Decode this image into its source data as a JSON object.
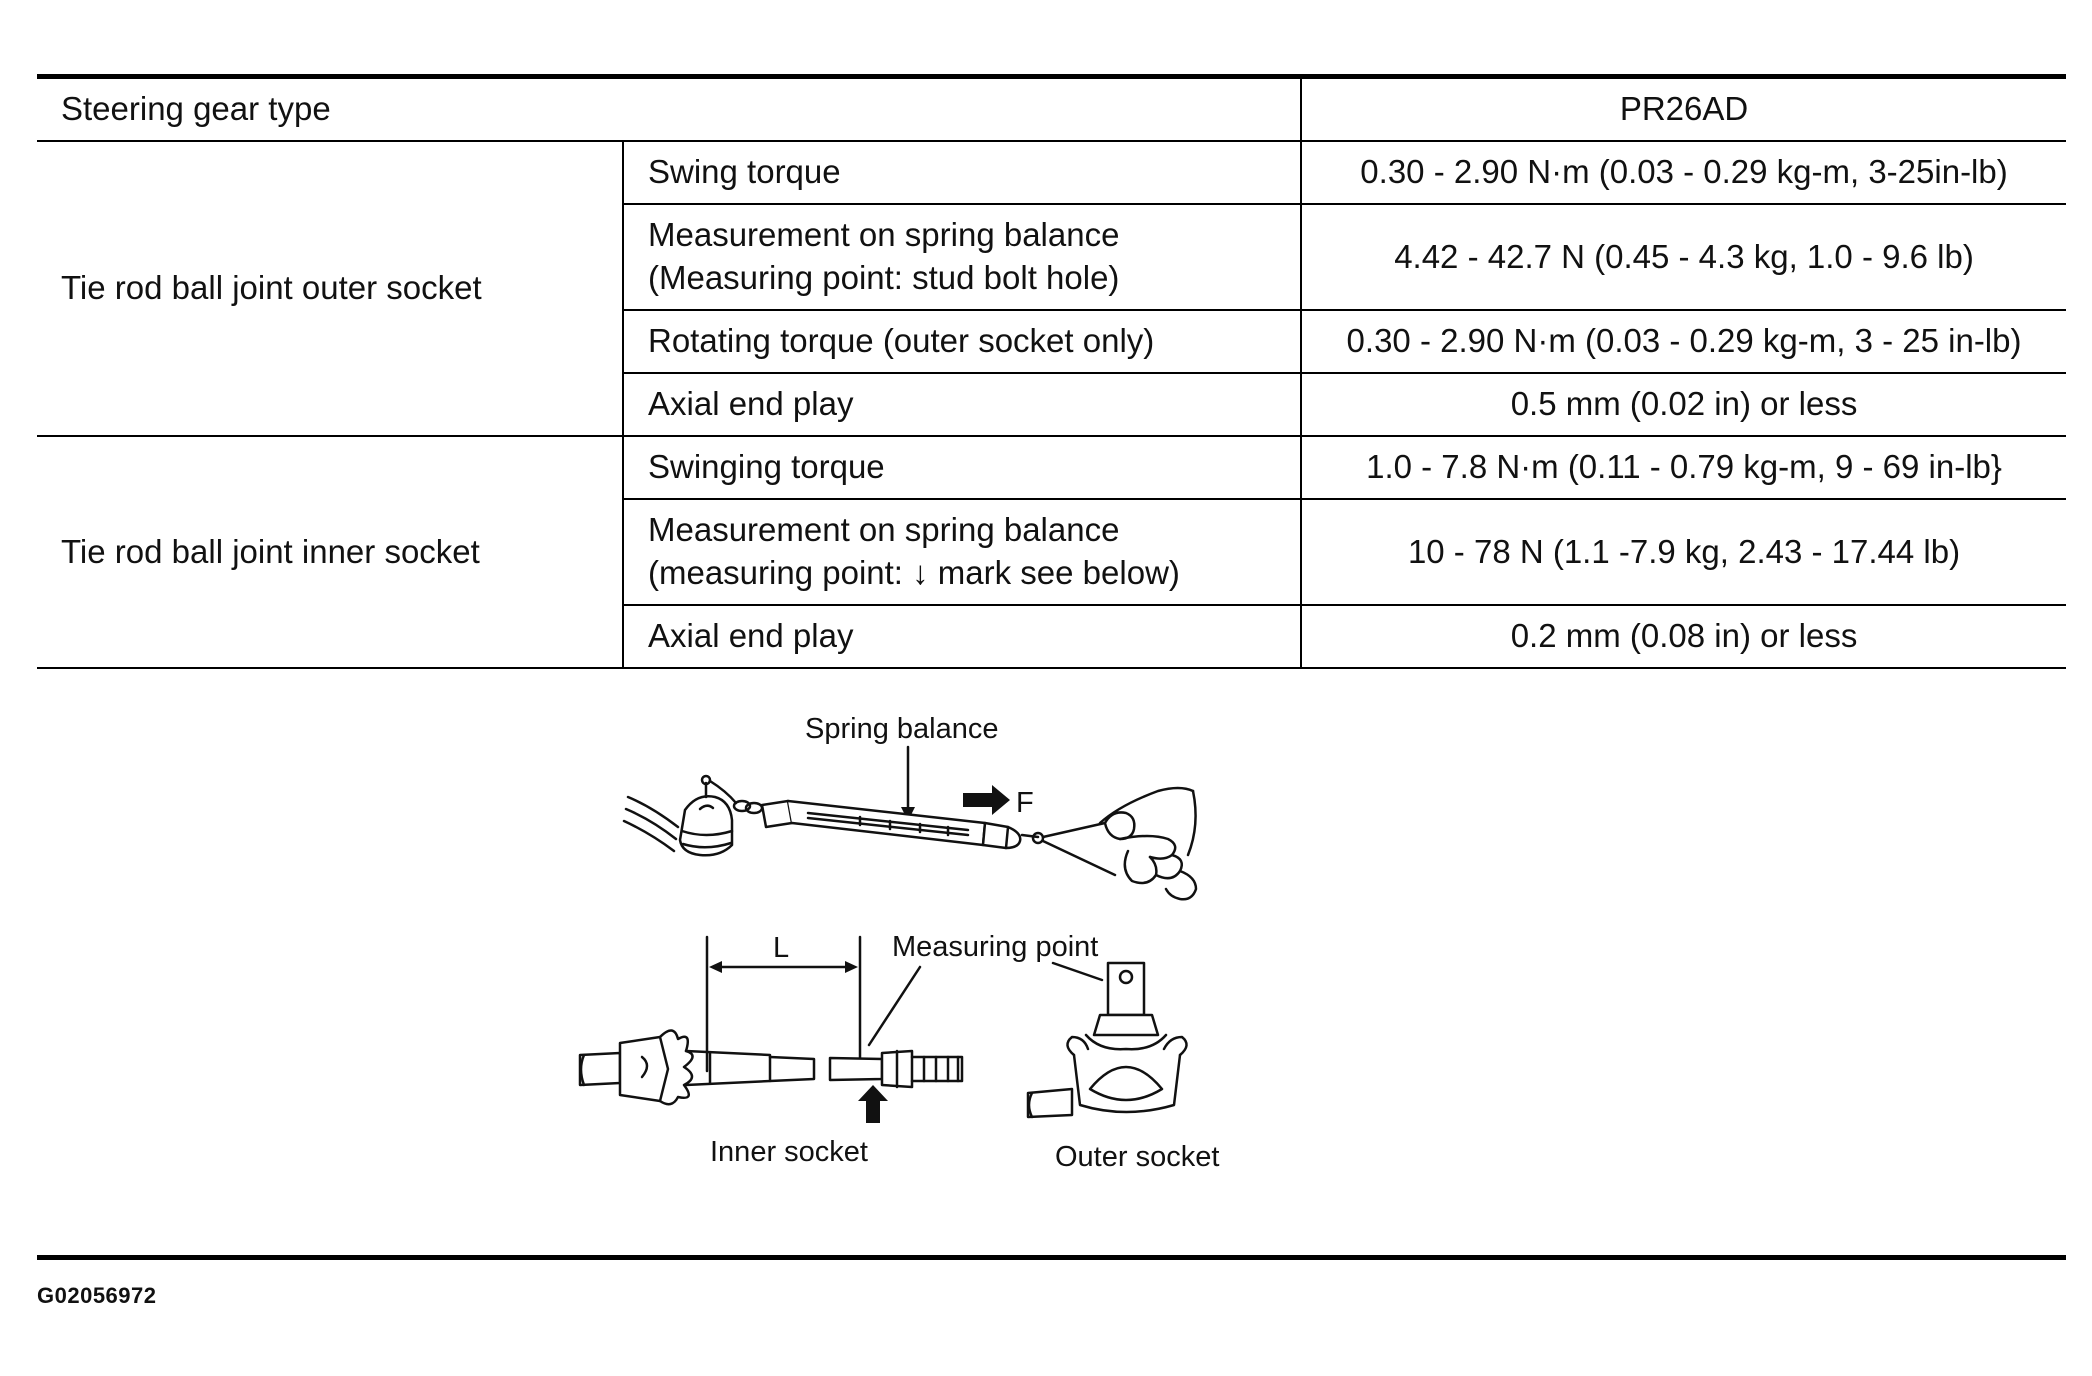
{
  "table": {
    "header": {
      "label": "Steering gear type",
      "value": "PR26AD"
    },
    "outer": {
      "group": "Tie rod ball joint outer socket",
      "rows": [
        {
          "item": "Swing torque",
          "value": "0.30 - 2.90 N·m (0.03 - 0.29 kg-m, 3-25in-lb)"
        },
        {
          "item_line1": "Measurement on spring balance",
          "item_line2": "(Measuring point: stud bolt hole)",
          "value": "4.42 - 42.7 N (0.45 - 4.3 kg, 1.0 - 9.6 lb)"
        },
        {
          "item": "Rotating torque (outer socket only)",
          "value": "0.30 - 2.90 N·m (0.03 - 0.29 kg-m, 3 - 25 in-lb)"
        },
        {
          "item": "Axial end play",
          "value": "0.5 mm (0.02 in) or less"
        }
      ]
    },
    "inner": {
      "group": "Tie rod ball joint inner socket",
      "rows": [
        {
          "item": "Swinging torque",
          "value": "1.0 - 7.8 N·m (0.11 - 0.79 kg-m, 9 - 69 in-lb}"
        },
        {
          "item_line1": "Measurement on spring balance",
          "item_line2": "(measuring point: ↓ mark see below)",
          "value": "10 - 78 N (1.1 -7.9 kg, 2.43 - 17.44 lb)"
        },
        {
          "item": "Axial end play",
          "value": "0.2 mm (0.08 in) or less"
        }
      ]
    }
  },
  "figure": {
    "spring_balance_label": "Spring balance",
    "force_label": "F",
    "length_label": "L",
    "measuring_point_label": "Measuring point",
    "inner_socket_label": "Inner socket",
    "outer_socket_label": "Outer socket"
  },
  "footer": {
    "figure_id": "G02056972"
  }
}
